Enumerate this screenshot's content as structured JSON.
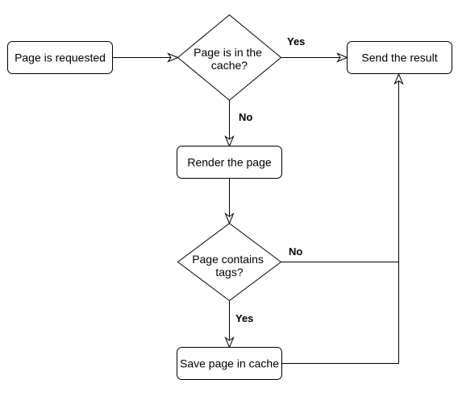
{
  "flowchart": {
    "nodes": {
      "page_requested": "Page is requested",
      "in_cache_line1": "Page is in the",
      "in_cache_line2": "cache?",
      "send_result": "Send the result",
      "render_page": "Render the page",
      "contains_tags_line1": "Page contains",
      "contains_tags_line2": "tags?",
      "save_in_cache": "Save page in cache"
    },
    "edges": {
      "cache_yes": "Yes",
      "cache_no": "No",
      "tags_no": "No",
      "tags_yes": "Yes"
    }
  }
}
